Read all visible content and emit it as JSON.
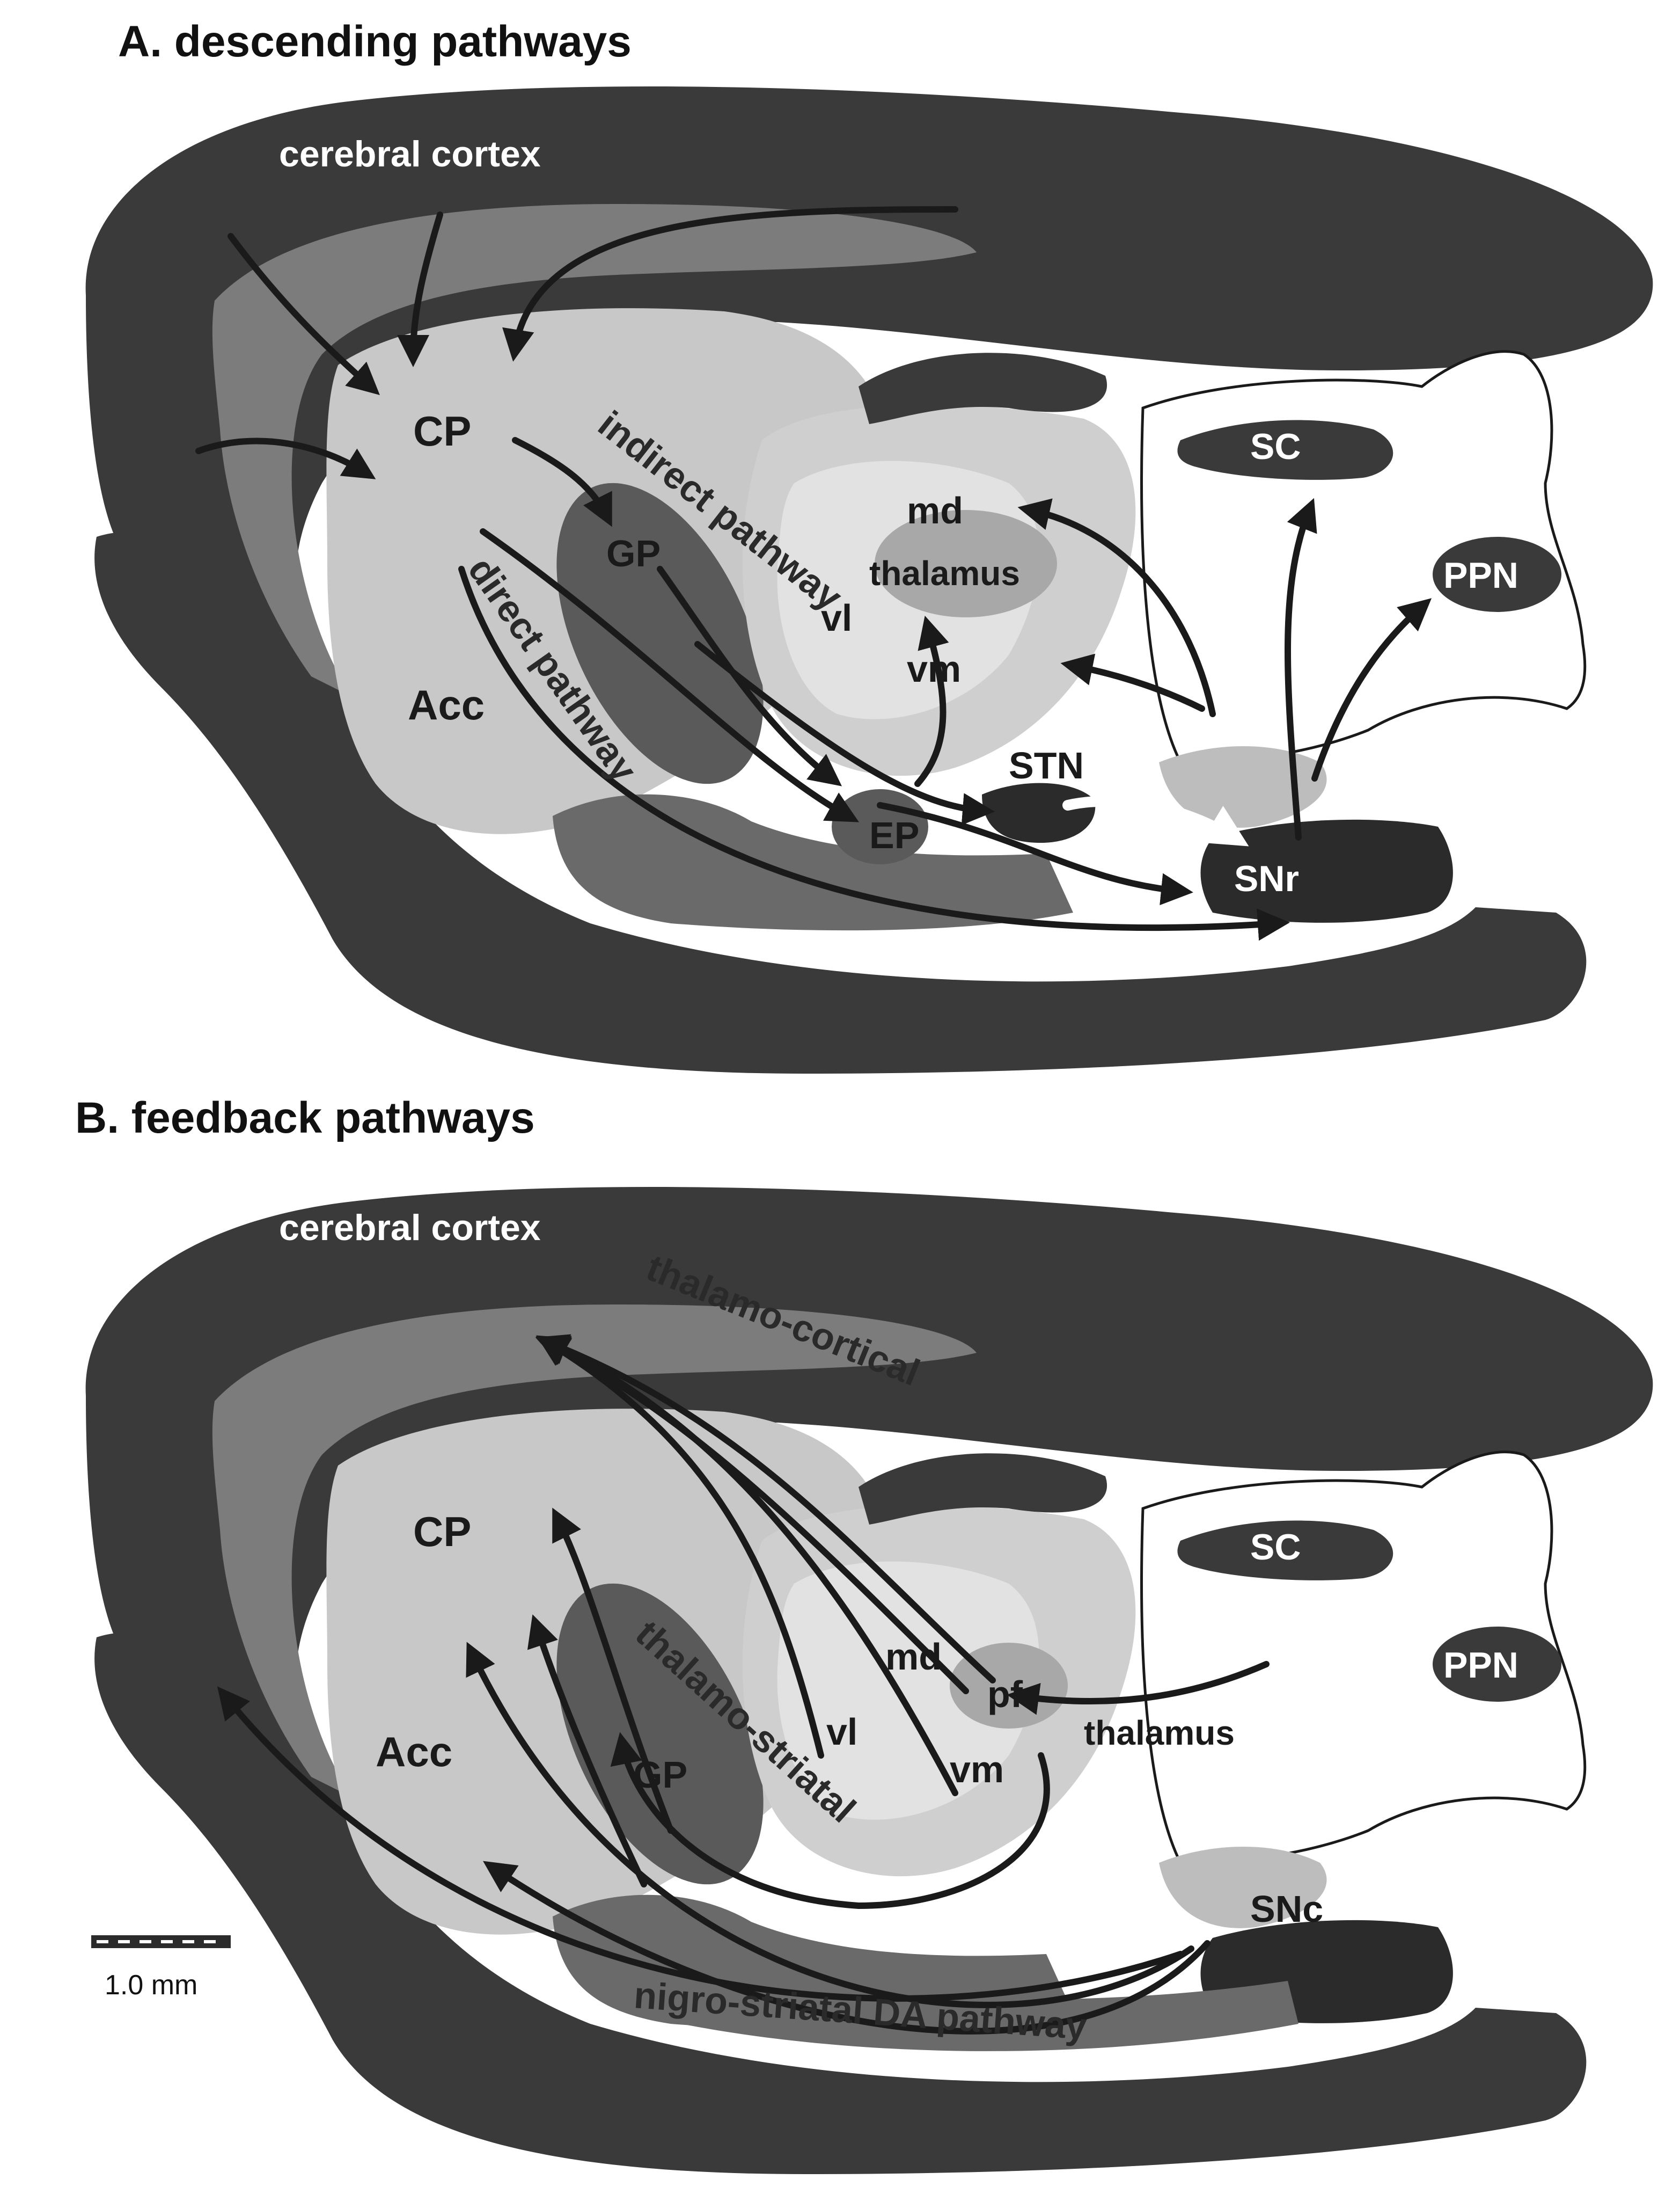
{
  "panel_a": {
    "title": "A.  descending pathways",
    "labels": {
      "cortex": "cerebral cortex",
      "cp": "CP",
      "acc": "Acc",
      "gp": "GP",
      "ep": "EP",
      "stn": "STN",
      "snr": "SNr",
      "md": "md",
      "thalamus": "thalamus",
      "vl": "vl",
      "vm": "vm",
      "sc": "SC",
      "ppn": "PPN",
      "indirect": "indirect pathway",
      "direct": "direct pathway"
    }
  },
  "panel_b": {
    "title": "B.  feedback pathways",
    "labels": {
      "cortex": "cerebral cortex",
      "cp": "CP",
      "acc": "Acc",
      "gp": "GP",
      "md": "md",
      "pf": "pf",
      "vl": "vl",
      "vm": "vm",
      "thalamus": "thalamus",
      "sc": "SC",
      "ppn": "PPN",
      "snc": "SNc",
      "thalamo_cortical": "thalamo-cortical",
      "thalamo_striatal": "thalamo-striatal",
      "nigro_striatal": "nigro-striatal DA pathway"
    }
  },
  "scale_bar": {
    "label": "1.0 mm"
  },
  "colors": {
    "dark": "#3a3a3a",
    "darker": "#2b2b2b",
    "mid": "#7c7c7c",
    "light": "#c8c8c8",
    "lighter": "#dcdcdc",
    "white": "#ffffff"
  }
}
